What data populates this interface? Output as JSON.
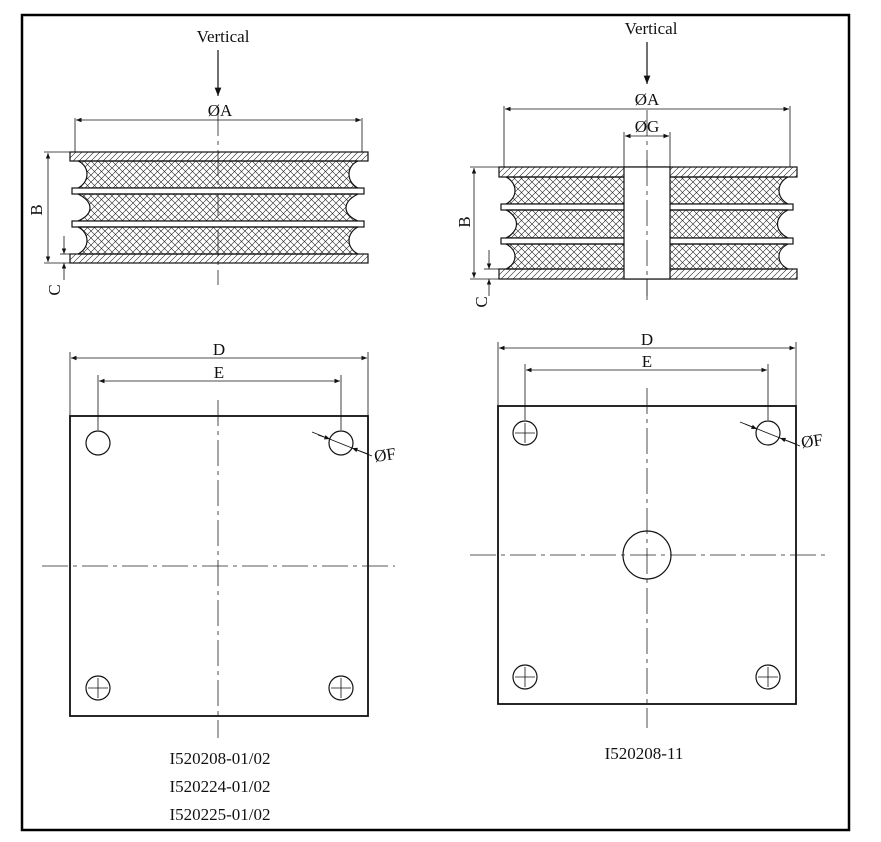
{
  "frame": {
    "border_color": "#000000"
  },
  "left_view": {
    "load_direction": "Vertical",
    "dim_diameter_a": "ØA",
    "dim_b": "B",
    "dim_c": "C",
    "dim_d": "D",
    "dim_e": "E",
    "dim_hole_f": "ØF",
    "part_numbers": [
      "I520208-01/02",
      "I520224-01/02",
      "I520225-01/02"
    ]
  },
  "right_view": {
    "load_direction": "Vertical",
    "dim_diameter_a": "ØA",
    "dim_diameter_g": "ØG",
    "dim_b": "B",
    "dim_c": "C",
    "dim_d": "D",
    "dim_e": "E",
    "dim_hole_f": "ØF",
    "part_numbers": [
      "I520208-11"
    ]
  }
}
